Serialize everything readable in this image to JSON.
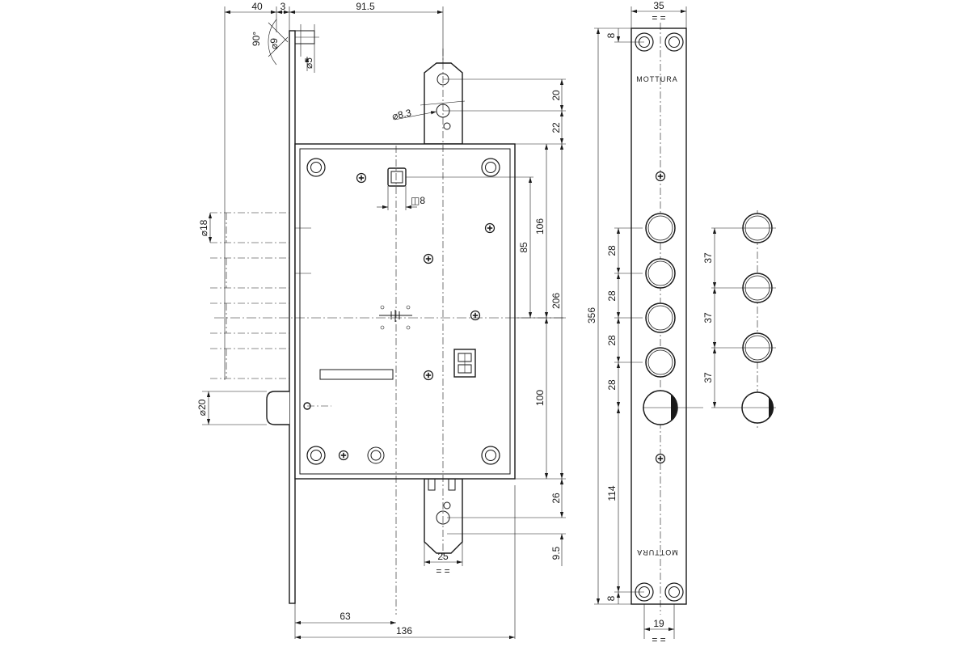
{
  "dimensions": {
    "d40": "40",
    "d3": "3",
    "d91_5": "91.5",
    "d90deg": "90°",
    "d_phi9": "⌀9",
    "d_phi5": "⌀5",
    "d_phi8_3": "⌀8.3",
    "d20_top": "20",
    "d22": "22",
    "d_sq8": "◫8",
    "d_phi18": "⌀18",
    "d_phi20": "⌀20",
    "d106": "106",
    "d85": "85",
    "d206": "206",
    "d100": "100",
    "d356": "356",
    "d26": "26",
    "d9_5": "9.5",
    "d25": "25",
    "d63": "63",
    "d136": "136",
    "d35": "35",
    "d8_top": "8",
    "d28_1": "28",
    "d28_2": "28",
    "d28_3": "28",
    "d28_4": "28",
    "d114": "114",
    "d8_bottom": "8",
    "d19": "19",
    "d37_1": "37",
    "d37_2": "37",
    "d37_3": "37"
  },
  "labels": {
    "brand_top": "MOTTURA",
    "brand_bottom": "MOTTURA",
    "eq_mark": "= ="
  }
}
